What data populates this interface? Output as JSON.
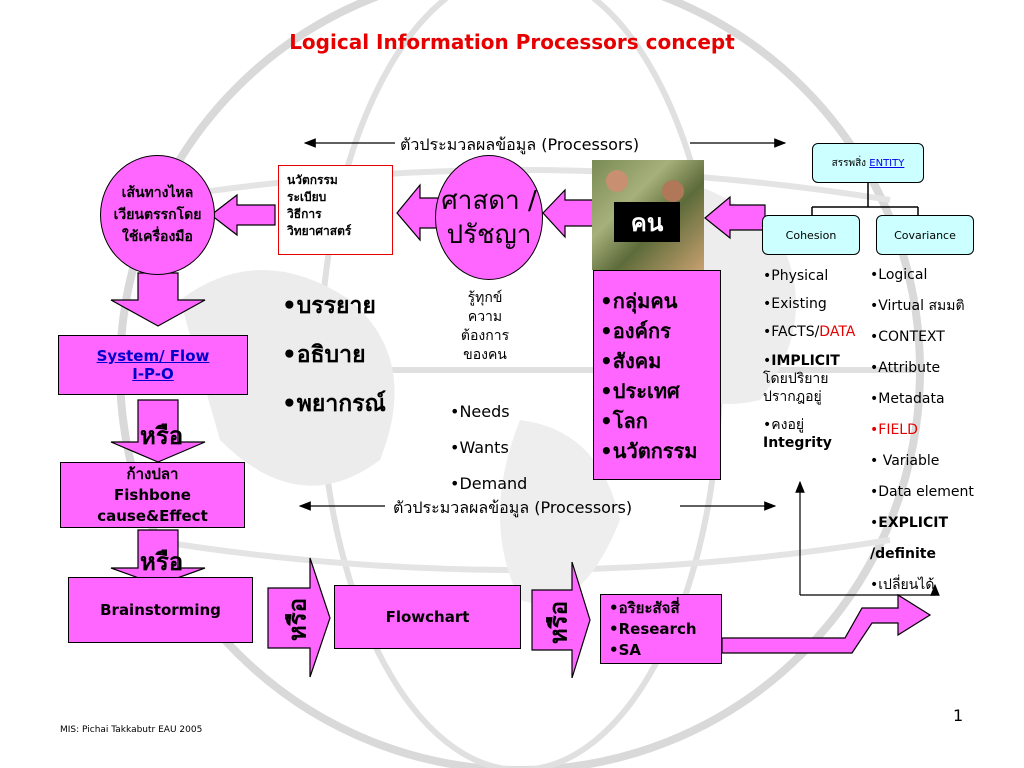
{
  "title": "Logical Information Processors concept",
  "processors_label_top": "ตัวประมวลผลข้อมูล (Processors)",
  "processors_label_bottom": "ตัวประมวลผลข้อมูล (Processors)",
  "logic_ellipse": "เส้นทางไหลเวียนตรรกโดยใช้เครื่องมือ",
  "innovation_box": [
    "นวัตกรรม",
    "ระเบียบ",
    "วิธีการ",
    "วิทยาศาสตร์"
  ],
  "philosophy_ellipse": "ศาสดา /ปรัชญา",
  "people_label": "คน",
  "explain_list": [
    "บรรยาย",
    "อธิบาย",
    "พยากรณ์"
  ],
  "needs_text": [
    "รู้ทุกข์",
    "ความ",
    "ต้องการ",
    "ของคน"
  ],
  "needs_list": [
    "Needs",
    "Wants",
    "Demand"
  ],
  "groups_list": [
    "กลุ่มคน",
    "องค์กร",
    "สังคม",
    "ประเทศ",
    "โลก",
    "นวัตกรรม"
  ],
  "entity": {
    "prefix": "สรรพสิ่ง",
    "link": "ENTITY"
  },
  "cohesion": "Cohesion",
  "covariance": "Covariance",
  "cohesion_list": [
    {
      "text": "Physical"
    },
    {
      "text": "Existing"
    },
    {
      "text": "FACTS/",
      "red": "DATA"
    },
    {
      "text": "IMPLICIT",
      "bold": true,
      "extra": [
        "โดยปริยาย",
        "ปรากฎอยู่"
      ]
    },
    {
      "text": "คงอยู่",
      "bold_extra": "Integrity"
    }
  ],
  "covariance_list": [
    {
      "text": "Logical"
    },
    {
      "text": "Virtual สมมติ"
    },
    {
      "text": "CONTEXT"
    },
    {
      "text": "Attribute"
    },
    {
      "text": "Metadata"
    },
    {
      "text": "FIELD",
      "color": "#e60000"
    },
    {
      "text": " Variable"
    },
    {
      "text": "Data element"
    },
    {
      "text": "EXPLICIT",
      "bold": true
    },
    {
      "text": "/definite",
      "bold": true,
      "nobullet": true
    },
    {
      "text": "เปลี่ยนได้"
    }
  ],
  "system_flow": [
    "System/ Flow",
    "I-P-O"
  ],
  "or_label_1": "หรือ",
  "or_label_2": "หรือ",
  "or_label_3": "หรือ",
  "or_label_4": "หรือ",
  "fishbone": [
    "ก้างปลา",
    "Fishbone",
    "cause&Effect"
  ],
  "brainstorming": "Brainstorming",
  "flowchart": "Flowchart",
  "research_list": [
    "อริยะสัจสี่",
    "Research",
    "SA"
  ],
  "page_number": "1",
  "footer": "MIS:  Pichai Takkabutr EAU 2005",
  "colors": {
    "accent": "#ff66ff",
    "title": "#e60000",
    "teal": "#ccffff"
  }
}
